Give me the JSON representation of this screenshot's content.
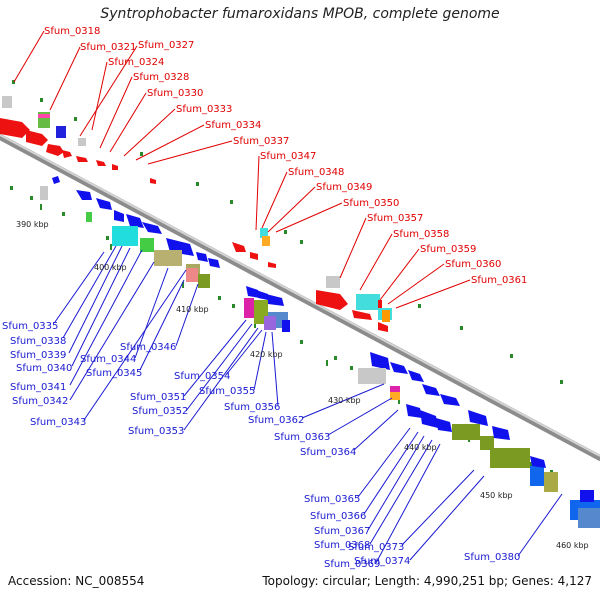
{
  "title": "Syntrophobacter fumaroxidans MPOB, complete genome",
  "accession_text": "Accession: NC_008554",
  "meta_text": "Topology: circular; Length: 4,990,251 bp; Genes: 4,127",
  "colors": {
    "top_label": "#e00000",
    "bottom_label": "#1a1ad2",
    "backbone": "#9a9a9a"
  },
  "top_labels": [
    "Sfum_0318",
    "Sfum_0321",
    "Sfum_0327",
    "Sfum_0324",
    "Sfum_0328",
    "Sfum_0330",
    "Sfum_0333",
    "Sfum_0334",
    "Sfum_0337",
    "Sfum_0347",
    "Sfum_0348",
    "Sfum_0349",
    "Sfum_0350",
    "Sfum_0357",
    "Sfum_0358",
    "Sfum_0359",
    "Sfum_0360",
    "Sfum_0361"
  ],
  "bottom_labels": [
    "Sfum_0335",
    "Sfum_0338",
    "Sfum_0339",
    "Sfum_0340",
    "Sfum_0341",
    "Sfum_0342",
    "Sfum_0343",
    "Sfum_0344",
    "Sfum_0345",
    "Sfum_0346",
    "Sfum_0351",
    "Sfum_0352",
    "Sfum_0353",
    "Sfum_0354",
    "Sfum_0355",
    "Sfum_0356",
    "Sfum_0362",
    "Sfum_0363",
    "Sfum_0364",
    "Sfum_0365",
    "Sfum_0366",
    "Sfum_0367",
    "Sfum_0368",
    "Sfum_0369",
    "Sfum_0373",
    "Sfum_0374",
    "Sfum_0380"
  ],
  "kbp_labels": [
    "390 kbp",
    "400 kbp",
    "410 kbp",
    "420 kbp",
    "430 kbp",
    "440 kbp",
    "450 kbp",
    "460 kbp"
  ]
}
